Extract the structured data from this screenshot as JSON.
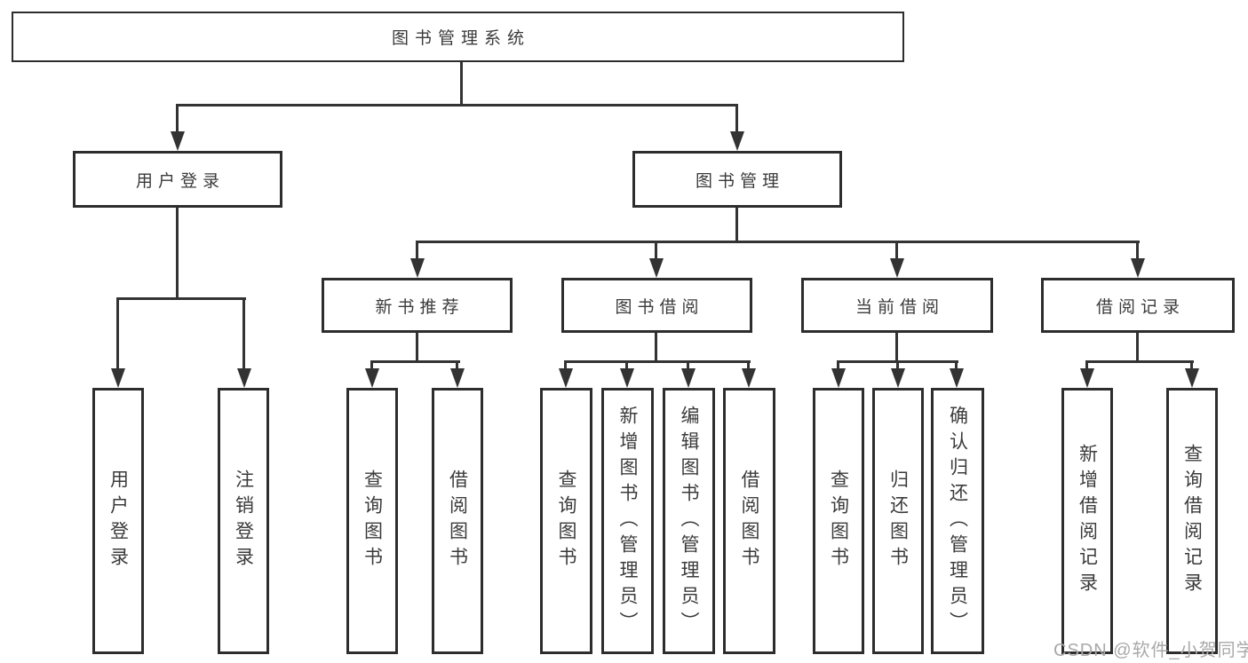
{
  "diagram": {
    "root": "图书管理系统",
    "level2": {
      "user_login": "用户登录",
      "book_mgmt": "图书管理"
    },
    "level3": {
      "new_books": "新书推荐",
      "book_borrow": "图书借阅",
      "current_borrow": "当前借阅",
      "borrow_records": "借阅记录"
    },
    "leaves": {
      "login": [
        "用户登录",
        "注销登录"
      ],
      "new_books": [
        "查询图书",
        "借阅图书"
      ],
      "book_borrow": [
        "查询图书",
        "新增图书（管理员）",
        "编辑图书（管理员）",
        "借阅图书"
      ],
      "current_borrow": [
        "查询图书",
        "归还图书",
        "确认归还（管理员）"
      ],
      "borrow_records": [
        "新增借阅记录",
        "查询借阅记录"
      ]
    },
    "watermark": "CSDN @软件_小贺同学",
    "colors": {
      "line": "#333333",
      "box_border": "#2d2d2d",
      "text": "#3b3b3b",
      "watermark": "#a9a9a9",
      "background": "#ffffff"
    }
  }
}
